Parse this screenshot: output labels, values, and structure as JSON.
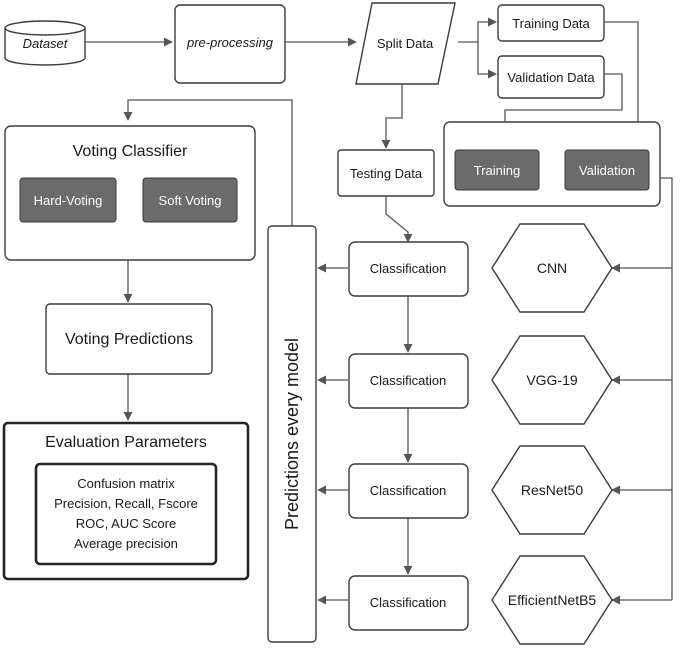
{
  "nodes": {
    "dataset": "Dataset",
    "preprocessing": "pre-processing",
    "split_data": "Split Data",
    "training_data": "Training Data",
    "validation_data": "Validation Data",
    "training": "Training",
    "validation": "Validation",
    "testing_data": "Testing Data",
    "voting_classifier": "Voting Classifier",
    "hard_voting": "Hard-Voting",
    "soft_voting": "Soft Voting",
    "voting_predictions": "Voting Predictions",
    "evaluation_parameters": "Evaluation Parameters",
    "evaluation_lines": [
      "Confusion matrix",
      "Precision, Recall, Fscore",
      "ROC, AUC Score",
      "Average precision"
    ],
    "predictions_every_model": "Predictions every model",
    "classification": "Classification",
    "models": [
      "CNN",
      "VGG-19",
      "ResNet50",
      "EfficientNetB5"
    ]
  },
  "colors": {
    "button_fill": "#6b6b6b",
    "stroke": "#3c3c3c",
    "arrow": "#555555"
  }
}
